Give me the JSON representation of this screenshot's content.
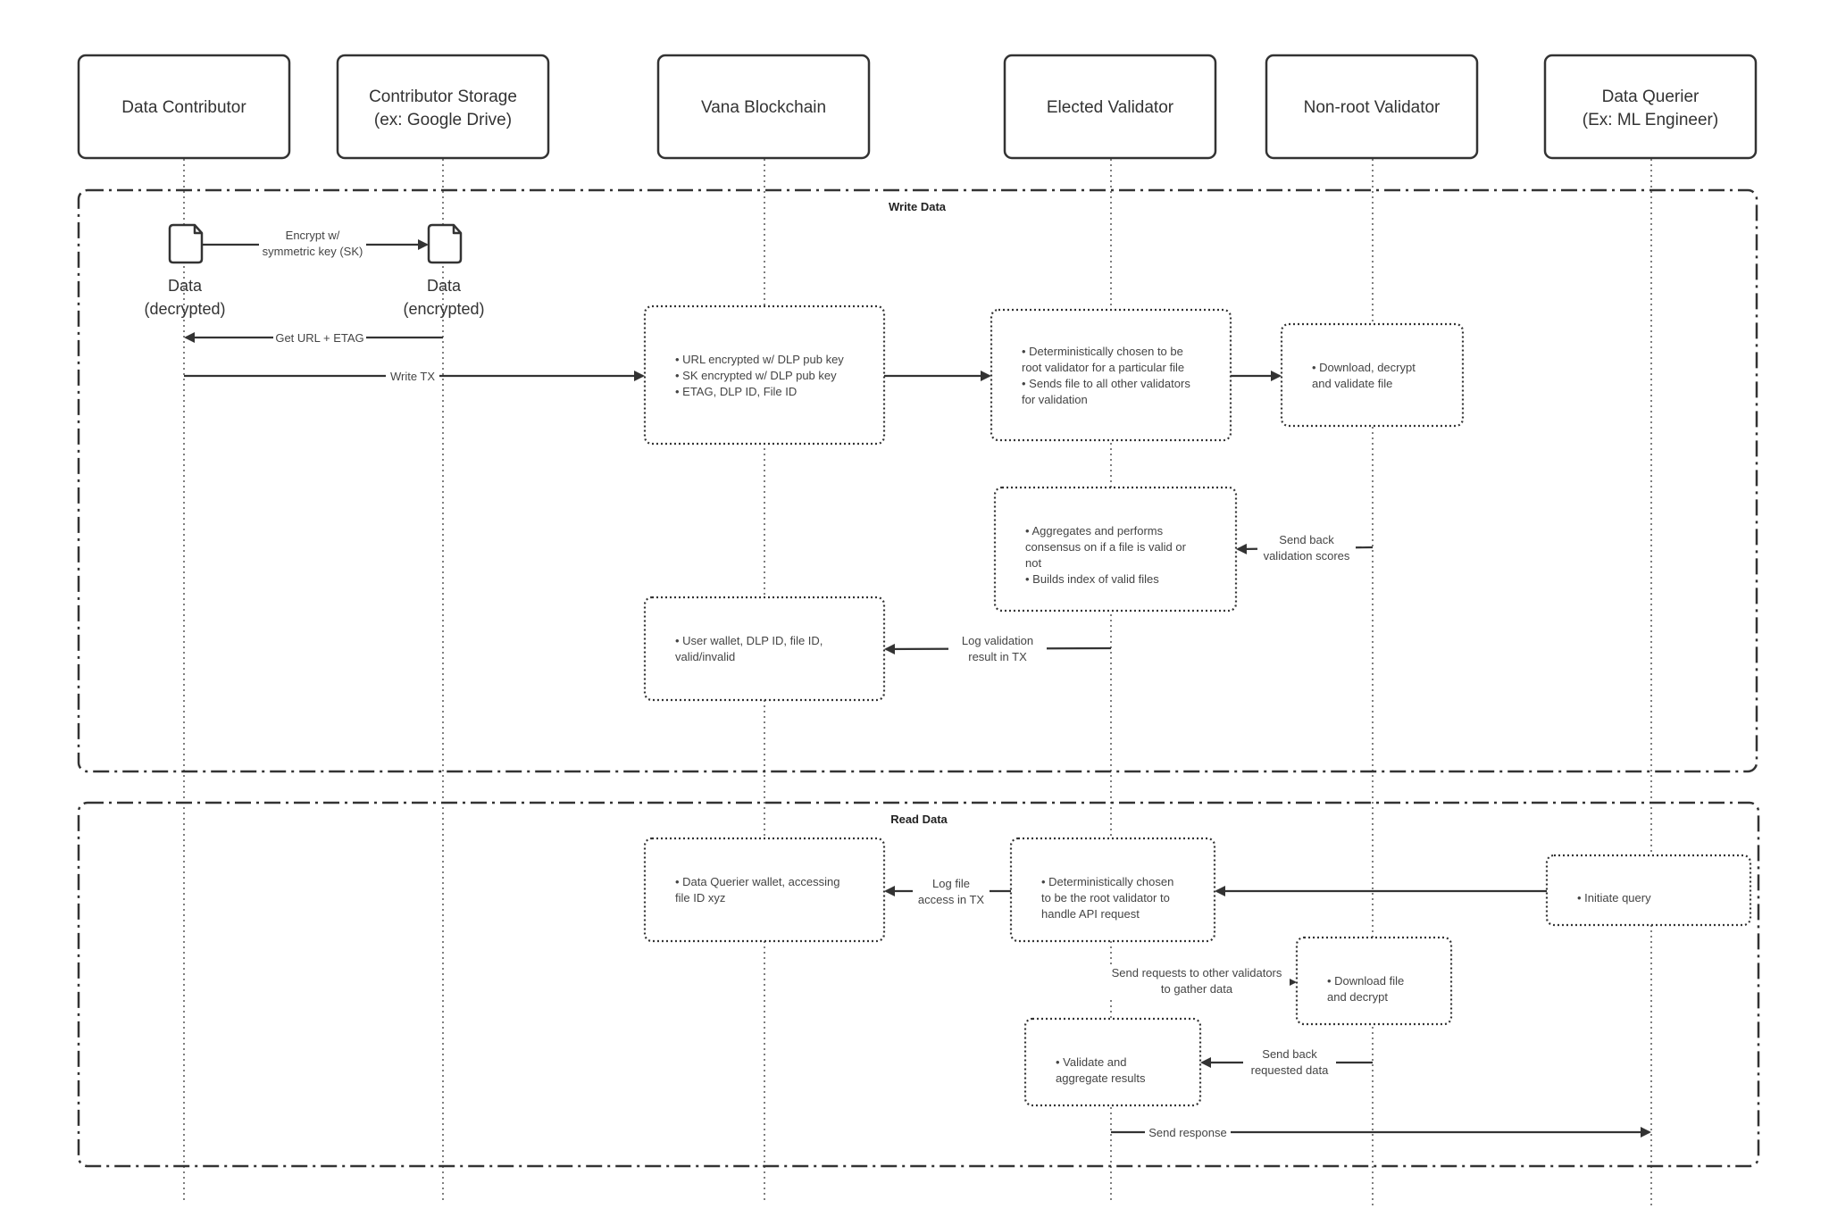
{
  "actors": [
    {
      "id": "contributor",
      "lines": [
        "Data Contributor"
      ]
    },
    {
      "id": "storage",
      "lines": [
        "Contributor Storage",
        "(ex: Google Drive)"
      ]
    },
    {
      "id": "blockchain",
      "lines": [
        "Vana Blockchain"
      ]
    },
    {
      "id": "elected",
      "lines": [
        "Elected Validator"
      ]
    },
    {
      "id": "nonroot",
      "lines": [
        "Non-root Validator"
      ]
    },
    {
      "id": "querier",
      "lines": [
        "Data Querier",
        "(Ex: ML Engineer)"
      ]
    }
  ],
  "frames": {
    "write": "Write Data",
    "read": "Read Data"
  },
  "docs": [
    {
      "id": "decrypted",
      "lines": [
        "Data",
        "(decrypted)"
      ]
    },
    {
      "id": "encrypted",
      "lines": [
        "Data",
        "(encrypted)"
      ]
    }
  ],
  "notes": [
    {
      "id": "chain-write",
      "lines": [
        "•  URL encrypted w/ DLP pub key",
        "•  SK encrypted w/ DLP pub key",
        "•  ETAG, DLP ID, File ID"
      ]
    },
    {
      "id": "elected-root",
      "lines": [
        "•  Deterministically chosen to be",
        "    root validator for a particular file",
        "•  Sends file to all other validators",
        "    for validation"
      ]
    },
    {
      "id": "nonroot-validate",
      "lines": [
        "•  Download, decrypt",
        "    and validate file"
      ]
    },
    {
      "id": "elected-aggregate",
      "lines": [
        "•  Aggregates and performs",
        "    consensus on if a file is valid or",
        "    not",
        "•  Builds index of valid files"
      ]
    },
    {
      "id": "chain-result",
      "lines": [
        "•  User wallet, DLP ID, file ID,",
        "    valid/invalid"
      ]
    },
    {
      "id": "chain-access",
      "lines": [
        "•  Data Querier wallet, accessing",
        "    file ID xyz"
      ]
    },
    {
      "id": "elected-api",
      "lines": [
        "•  Deterministically chosen",
        "    to be the root validator to",
        "    handle API request"
      ]
    },
    {
      "id": "querier-initiate",
      "lines": [
        "•  Initiate query"
      ]
    },
    {
      "id": "nonroot-download",
      "lines": [
        "•  Download file",
        "    and decrypt"
      ]
    },
    {
      "id": "elected-results",
      "lines": [
        "•  Validate and",
        "    aggregate results"
      ]
    }
  ],
  "edges": [
    {
      "id": "encrypt",
      "lines": [
        "Encrypt w/",
        "symmetric key (SK)"
      ]
    },
    {
      "id": "get-url",
      "lines": [
        "Get URL + ETAG"
      ]
    },
    {
      "id": "write-tx",
      "lines": [
        "Write TX"
      ]
    },
    {
      "id": "send-scores",
      "lines": [
        "Send back",
        "validation scores"
      ]
    },
    {
      "id": "log-validation",
      "lines": [
        "Log validation",
        "result in TX"
      ]
    },
    {
      "id": "log-access",
      "lines": [
        "Log file",
        "access in TX"
      ]
    },
    {
      "id": "send-requests",
      "lines": [
        "Send requests to other validators",
        "to gather data"
      ]
    },
    {
      "id": "send-data",
      "lines": [
        "Send back",
        "requested data"
      ]
    },
    {
      "id": "send-response",
      "lines": [
        "Send response"
      ]
    }
  ]
}
